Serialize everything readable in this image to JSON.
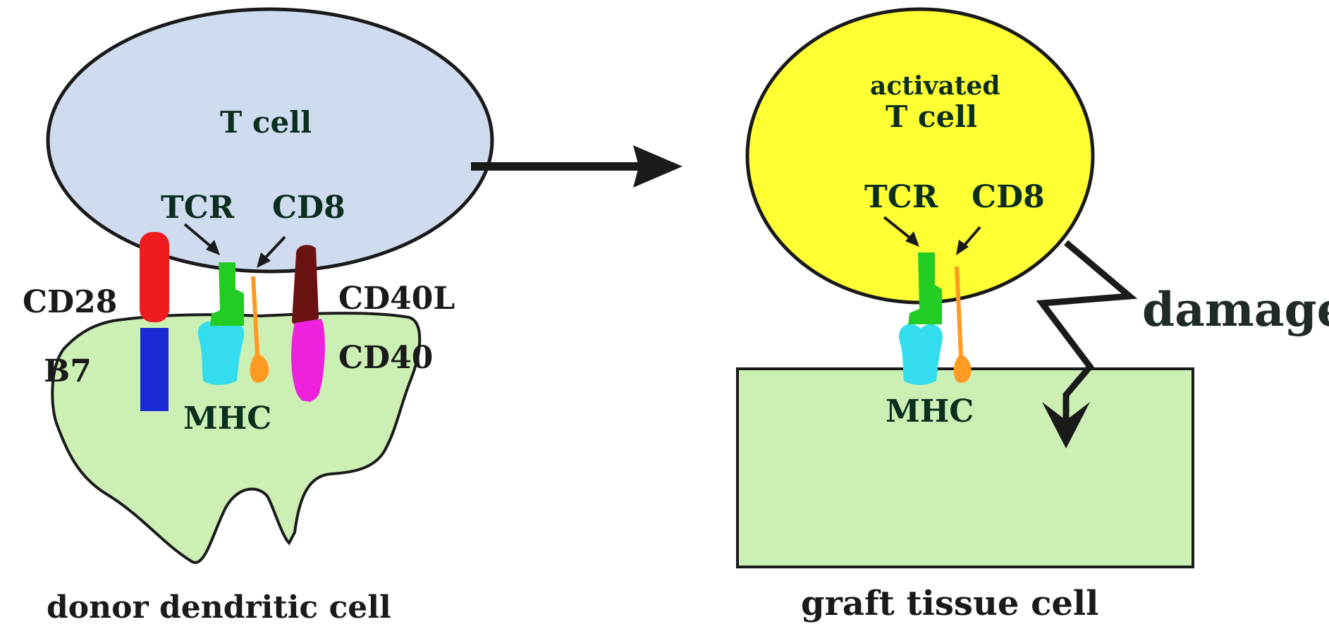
{
  "left_panel": {
    "t_cell_label": "T cell",
    "tcr_label": "TCR",
    "cd8_label": "CD8",
    "cd28_label": "CD28",
    "b7_label": "B7",
    "cd40l_label": "CD40L",
    "cd40_label": "CD40",
    "mhc_label": "MHC",
    "caption": "donor dendritic cell"
  },
  "right_panel": {
    "t_cell_label_line1": "activated",
    "t_cell_label_line2": "T cell",
    "tcr_label": "TCR",
    "cd8_label": "CD8",
    "damage_label": "damage",
    "mhc_label": "MHC",
    "caption": "graft tissue cell"
  },
  "colors": {
    "t_cell_fill": "#cfdcef",
    "activated_t_cell_fill": "#ffff33",
    "cell_green_fill": "#ccf0b4",
    "cd28": "#ee1c1c",
    "b7": "#1a2bd6",
    "tcr": "#22cc22",
    "cd8": "#ff9922",
    "cd40l": "#6a1111",
    "cd40": "#ee22dd",
    "mhc": "#33ddee"
  }
}
